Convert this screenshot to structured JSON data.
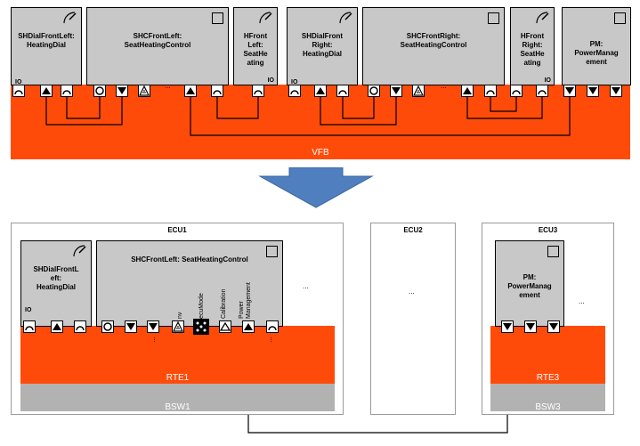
{
  "vfb": {
    "label": "VFB",
    "components": [
      {
        "id": "sh-dial-front-left",
        "title": "SHDialFrontLeft:\nHeatingDial",
        "io": "IO"
      },
      {
        "id": "shc-front-left",
        "title": "SHCFrontLeft:\nSeatHeatingControl",
        "dots": "..."
      },
      {
        "id": "hfront-left",
        "title": "HFront\nLeft:\nSeatHe\nating",
        "io": "IO"
      },
      {
        "id": "sh-dial-front-right",
        "title": "SHDialFront\nRight:\nHeatingDial",
        "io": "IO"
      },
      {
        "id": "shc-front-right",
        "title": "SHCFrontRight:\nSeatHeatingControl",
        "dots": "..."
      },
      {
        "id": "hfront-right",
        "title": "HFront\nRight:\nSeatHe\nating",
        "io": "IO"
      },
      {
        "id": "pm",
        "title": "PM:\nPowerManag\nement"
      }
    ]
  },
  "mapping_arrow": "deployment-arrow",
  "ecus": [
    {
      "id": "ecu1",
      "title": "ECU1",
      "rte": "RTE1",
      "bsw": "BSW1",
      "dial": {
        "title": "SHDialFrontL\neft:\nHeatingDial",
        "io": "IO"
      },
      "control": {
        "title": "SHCFrontLeft:  SeatHeatingControl",
        "port_labels": [
          "nv",
          "ecuMode",
          "Calibration",
          "Power\nManagement"
        ],
        "dots": "...",
        "dots_side": "..."
      }
    },
    {
      "id": "ecu2",
      "title": "ECU2",
      "dots": "..."
    },
    {
      "id": "ecu3",
      "title": "ECU3",
      "rte": "RTE3",
      "bsw": "BSW3",
      "pm": {
        "title": "PM:\nPowerManag\nement"
      },
      "dots": "..."
    }
  ],
  "colors": {
    "bus": "#ff4b0a",
    "bsw": "#b2b2b2",
    "component": "#c8c8c8",
    "arrow": "#4f7fbf"
  }
}
